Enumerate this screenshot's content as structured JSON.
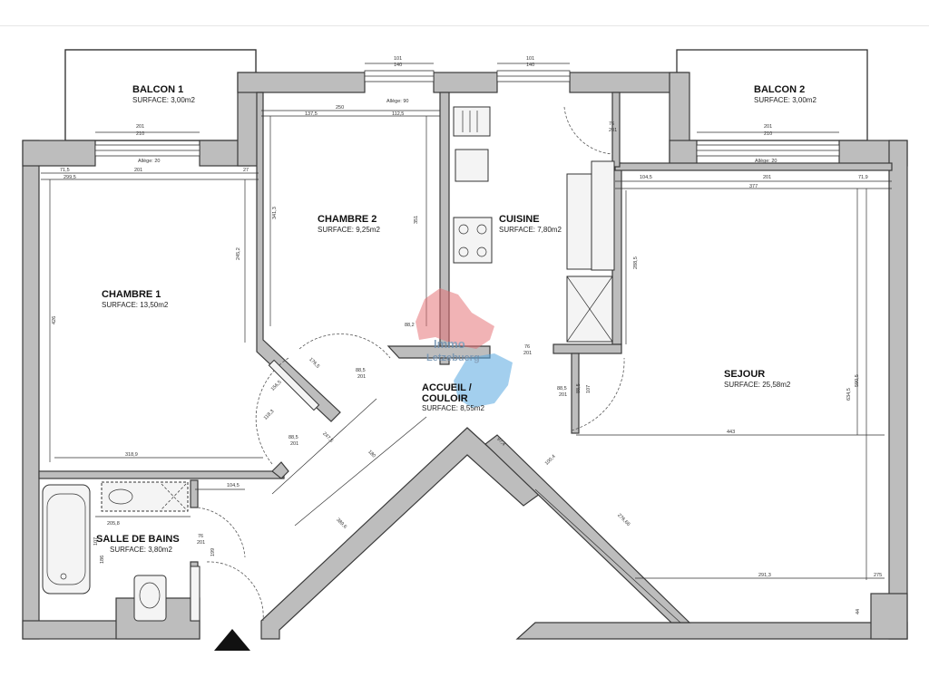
{
  "rooms": {
    "balcon1": {
      "name": "BALCON 1",
      "area": "SURFACE: 3,00m2"
    },
    "balcon2": {
      "name": "BALCON 2",
      "area": "SURFACE: 3,00m2"
    },
    "chambre1": {
      "name": "CHAMBRE 1",
      "area": "SURFACE: 13,50m2"
    },
    "chambre2": {
      "name": "CHAMBRE 2",
      "area": "SURFACE: 9,25m2"
    },
    "cuisine": {
      "name": "CUISINE",
      "area": "SURFACE: 7,80m2"
    },
    "sejour": {
      "name": "SEJOUR",
      "area": "SURFACE: 25,58m2"
    },
    "accueil": {
      "name_line1": "ACCUEIL /",
      "name_line2": "COULOIR",
      "area": "SURFACE: 8,55m2"
    },
    "salle_de_bains": {
      "name": "SALLE DE BAINS",
      "area": "SURFACE: 3,80m2"
    }
  },
  "watermark": {
    "line1": "Immo",
    "line2": "Letzebuerg"
  },
  "dimensions": {
    "w1_top": "101",
    "w1_bot": "140",
    "w2_top": "101",
    "w2_bot": "140",
    "allege90": "Allège: 90",
    "b1_201": "201",
    "b1_210": "210",
    "b1_allege": "Allège: 20",
    "b2_201": "201",
    "b2_210": "210",
    "b2_allege": "Allège: 20",
    "c1_715": "71,5",
    "c1_201": "201",
    "c1_27": "27",
    "c1_2995": "299,5",
    "c1_426": "426",
    "c1_2452": "245,2",
    "c1_3189": "318,9",
    "c2_250": "250",
    "c2_1375": "137,5",
    "c2_1125": "112,5",
    "c2_3413": "341,3",
    "c2_351": "351",
    "c2_882": "88,2",
    "cu_76": "76",
    "cu_201": "201",
    "cu_2885": "288,5",
    "cu_76b": "76",
    "cu_201b": "201",
    "se_1045": "104,5",
    "se_201": "201",
    "se_719": "71,9",
    "se_377": "377",
    "se_5905": "590,5",
    "se_6345": "634,5",
    "se_443": "443",
    "se_2913": "291,3",
    "se_275": "275",
    "se_44": "44",
    "se_2766": "276,66",
    "se_1004": "100,4",
    "ac_885a": "88,5",
    "ac_201a": "201",
    "ac_885b": "88,5",
    "ac_201b": "201",
    "ac_885c": "88,5",
    "ac_885d": "88,5",
    "ac_107": "107",
    "ac_201c": "201",
    "ac_1765": "176,5",
    "ac_1565": "156,5",
    "ac_1183": "118,3",
    "ac_2475": "247,5",
    "ac_180": "180",
    "ac_974": "97,4",
    "sdb_1045": "104,5",
    "sdb_2058": "205,8",
    "sdb_76": "76",
    "sdb_201": "201",
    "sdb_107": "107",
    "sdb_186": "186",
    "sdb_199": "199",
    "ac_3896": "389,6"
  }
}
